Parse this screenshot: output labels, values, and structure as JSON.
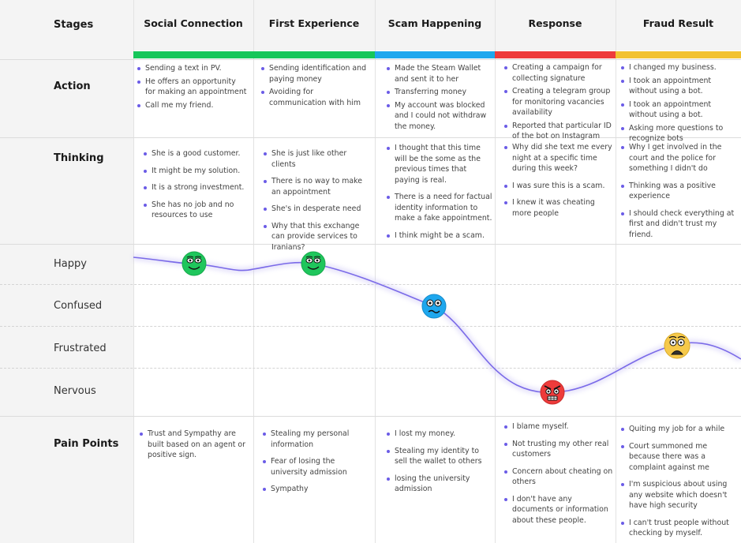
{
  "header": {
    "stages_label": "Stages"
  },
  "stages": [
    {
      "title": "Social Connection",
      "color": "#16c65a"
    },
    {
      "title": "First Experience",
      "color": "#16c65a"
    },
    {
      "title": "Scam Happening",
      "color": "#1ea7ee"
    },
    {
      "title": "Response",
      "color": "#ee3b3b"
    },
    {
      "title": "Fraud Result",
      "color": "#f2c230"
    }
  ],
  "rows": {
    "action": {
      "title": "Action",
      "cells": [
        [
          "Sending a text in PV.",
          "He offers an opportunity for making an appointment",
          "Call me my friend."
        ],
        [
          "Sending identification and paying money",
          "Avoiding for communication with him"
        ],
        [
          "Made the Steam Wallet and sent it to her",
          "Transferring money",
          "My account was blocked and I could not withdraw the money."
        ],
        [
          "Creating a campaign for collecting signature",
          "Creating a telegram group for monitoring vacancies availability",
          "Reported that particular ID of the bot on Instagram"
        ],
        [
          "I changed my business.",
          "I  took an appointment without using a bot.",
          "I  took an appointment without using a bot.",
          "Asking more questions to recognize bots"
        ]
      ]
    },
    "thinking": {
      "title": "Thinking",
      "cells": [
        [
          "She is a good customer.",
          "It might be my solution.",
          "It is a strong investment.",
          "She has no job and no resources to use"
        ],
        [
          "She is just like other clients",
          "There is no way to make an appointment",
          "She's in desperate need",
          "Why that this exchange can provide services to Iranians?"
        ],
        [
          "I thought that this time will be the some as the previous times that paying is real.",
          "There is a need for factual identity information to make a fake appointment.",
          "I think might be a scam."
        ],
        [
          "Why did she text me every night at a specific time during this week?",
          "I was sure this is a scam.",
          "I knew it was cheating more people"
        ],
        [
          "Why I get involved in the court and the police for something I didn't do",
          "Thinking was a positive experience",
          "I should check everything at first and didn't trust my friend."
        ]
      ]
    },
    "pain": {
      "title": "Pain Points",
      "cells": [
        [
          "Trust and Sympathy are built based on an agent or positive sign."
        ],
        [
          "Stealing my personal information",
          "Fear of losing the university admission",
          "Sympathy"
        ],
        [
          "I lost my money.",
          "Stealing my identity to sell the wallet to others",
          "losing the university admission"
        ],
        [
          "I blame myself.",
          "Not trusting my other real customers",
          "Concern about cheating on others",
          "I don't have any documents or information about these people."
        ],
        [
          "Quiting my job for a while",
          "Court summoned me because there was a complaint against me",
          "I'm suspicious about using any website which doesn't have high security",
          "I can't trust people without checking by myself."
        ]
      ]
    }
  },
  "emotions": {
    "levels": [
      "Happy",
      "Confused",
      "Frustrated",
      "Nervous"
    ],
    "points": [
      {
        "stage": "Social Connection",
        "emotion": "Happy",
        "face": "happy-face-icon",
        "color": "#1fc65c"
      },
      {
        "stage": "First Experience",
        "emotion": "Happy",
        "face": "happy-face-icon",
        "color": "#1fc65c"
      },
      {
        "stage": "Scam Happening",
        "emotion": "Confused",
        "face": "confused-face-icon",
        "color": "#1ea7ee"
      },
      {
        "stage": "Response",
        "emotion": "Nervous",
        "face": "angry-face-icon",
        "color": "#ee3b3b"
      },
      {
        "stage": "Fraud Result",
        "emotion": "Frustrated",
        "face": "shocked-face-icon",
        "color": "#f6c94a"
      }
    ],
    "line_color": "#7a6ae8"
  }
}
